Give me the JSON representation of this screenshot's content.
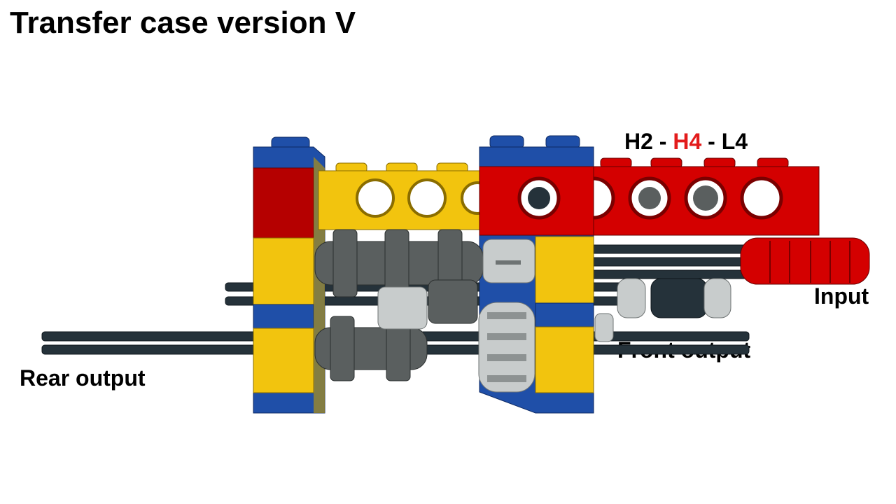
{
  "title": "Transfer case version V",
  "mode_selector": {
    "h2": "H2",
    "sep1": " - ",
    "h4": "H4",
    "sep2": " - ",
    "l4": "L4",
    "active_color": "#e31b1b"
  },
  "labels": {
    "input": "Input",
    "front_output": "Front output",
    "rear_output": "Rear output"
  },
  "colors": {
    "red": "#d40000",
    "yellow": "#f2c40e",
    "blue": "#1f4fa8",
    "dark_gray": "#5a5f5f",
    "light_gray": "#c8cccc",
    "axle": "#25323a"
  }
}
